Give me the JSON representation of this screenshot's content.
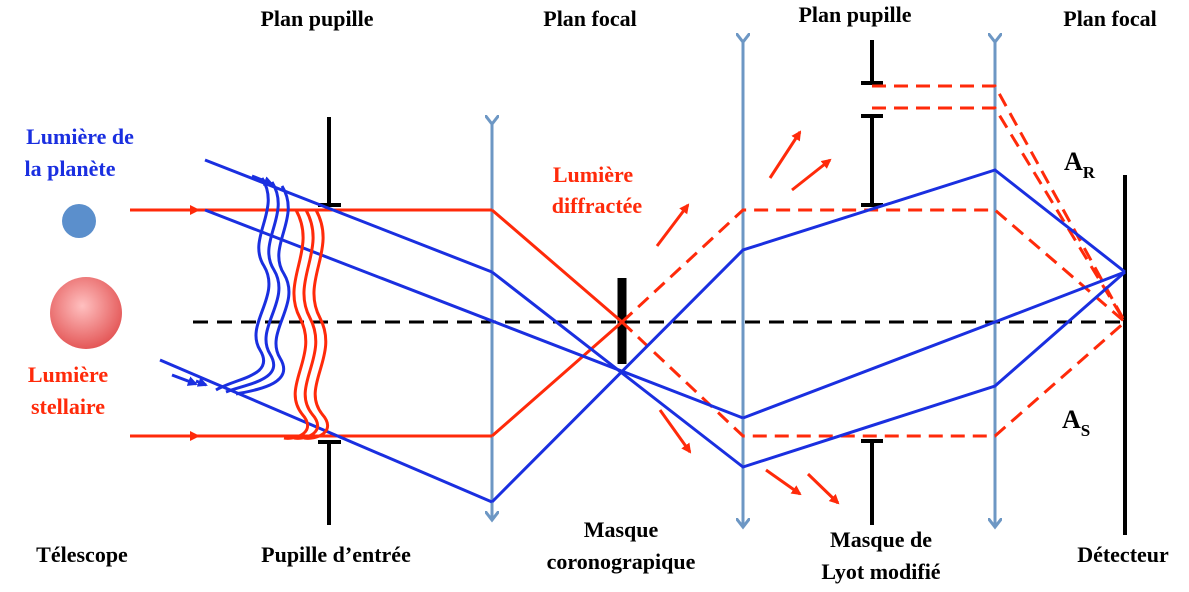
{
  "labels": {
    "plan_pupille_1": "Plan pupille",
    "plan_focal_1": "Plan focal",
    "plan_pupille_2": "Plan pupille",
    "plan_focal_2": "Plan focal",
    "lumiere_planete_line1": "Lumière de",
    "lumiere_planete_line2": "la planète",
    "lumiere_stellaire_line1": "Lumière",
    "lumiere_stellaire_line2": "stellaire",
    "lumiere_diffractee_line1": "Lumière",
    "lumiere_diffractee_line2": "diffractée",
    "telescope": "Télescope",
    "pupille_entree": "Pupille d’entrée",
    "masque_corono_line1": "Masque",
    "masque_corono_line2": "coronograpique",
    "masque_lyot_line1": "Masque de",
    "masque_lyot_line2": "Lyot modifié",
    "detecteur": "Détecteur",
    "ar_letter": "A",
    "ar_sub": "R",
    "as_letter": "A",
    "as_sub": "S"
  },
  "colors": {
    "star_light": "#ff2a0a",
    "planet_light": "#1a2fe0",
    "lens": "#6d97c4",
    "planet_body": "#5b8fcc",
    "star_body": "#e86060",
    "mask": "#000000"
  }
}
